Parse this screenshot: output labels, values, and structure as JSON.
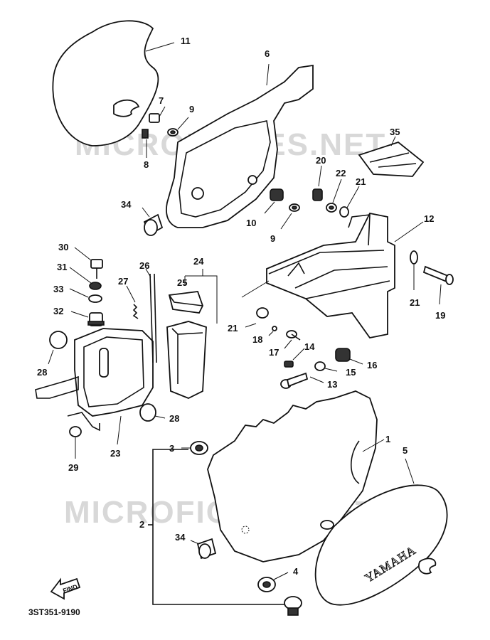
{
  "watermarks": [
    "MICROFICHES.NET",
    "MICROFICHES.NET"
  ],
  "diagram_code": "3ST351-9190",
  "find_arrow_label": "FIND",
  "brand_text": "YAMAHA",
  "part_numbers": {
    "p1": "1",
    "p2": "2",
    "p3": "3",
    "p4": "4",
    "p5": "5",
    "p6": "6",
    "p7": "7",
    "p8": "8",
    "p9a": "9",
    "p9b": "9",
    "p10": "10",
    "p11": "11",
    "p12": "12",
    "p13": "13",
    "p14": "14",
    "p15": "15",
    "p16": "16",
    "p17": "17",
    "p18": "18",
    "p19": "19",
    "p20": "20",
    "p21a": "21",
    "p21b": "21",
    "p21c": "21",
    "p22": "22",
    "p23": "23",
    "p24": "24",
    "p25": "25",
    "p26": "26",
    "p27": "27",
    "p28a": "28",
    "p28b": "28",
    "p29": "29",
    "p30": "30",
    "p31": "31",
    "p32": "32",
    "p33": "33",
    "p34a": "34",
    "p34b": "34",
    "p35": "35"
  }
}
